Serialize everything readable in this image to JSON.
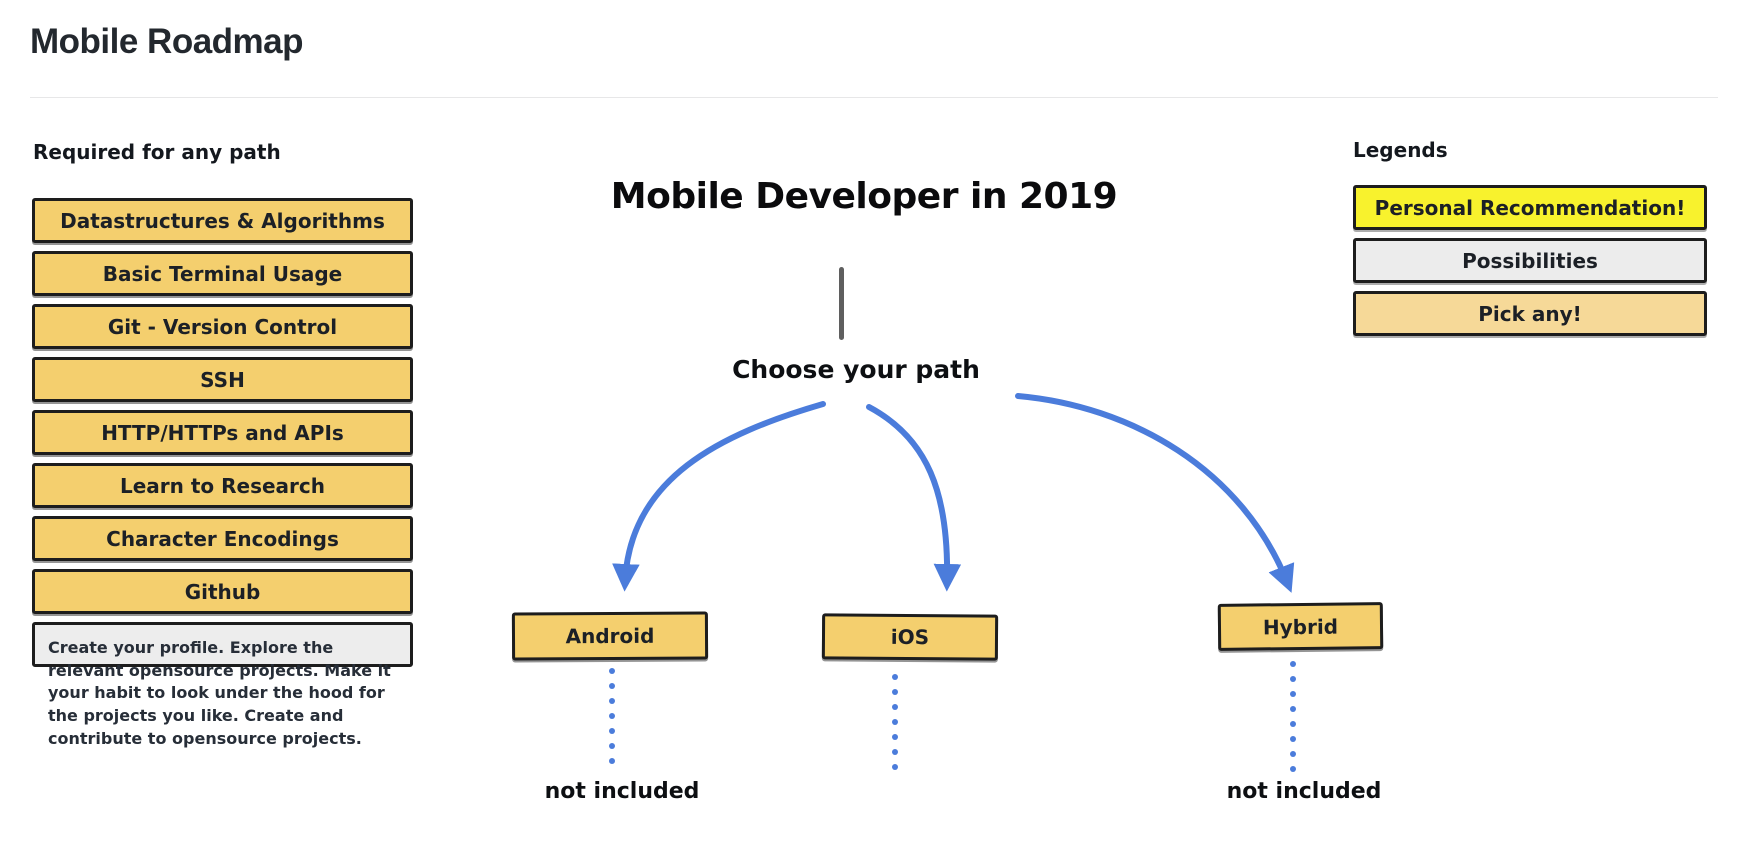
{
  "page": {
    "title": "Mobile Roadmap"
  },
  "left_panel": {
    "heading": "Required for any path",
    "items": [
      "Datastructures & Algorithms",
      "Basic Terminal Usage",
      "Git - Version Control",
      "SSH",
      "HTTP/HTTPs and APIs",
      "Learn to Research",
      "Character Encodings",
      "Github"
    ],
    "github_note": "Create your profile. Explore the relevant opensource projects. Make it your habit to look under the hood for the projects you like. Create and contribute to opensource projects."
  },
  "diagram": {
    "title": "Mobile Developer in 2019",
    "choose_label": "Choose your path",
    "paths": [
      "Android",
      "iOS",
      "Hybrid"
    ],
    "not_included_label": "not included"
  },
  "legend": {
    "heading": "Legends",
    "items": [
      {
        "label": "Personal Recommendation!",
        "color": "#f8f22d"
      },
      {
        "label": "Possibilities",
        "color": "#ececec"
      },
      {
        "label": "Pick any!",
        "color": "#f6d998"
      }
    ]
  },
  "colors": {
    "topic_box_fill": "#f4cf6e",
    "box_border": "#1d1d1d",
    "arrow_blue": "#4b7cdb",
    "note_fill": "#ededed",
    "connector_gray": "#5f5f5f"
  }
}
